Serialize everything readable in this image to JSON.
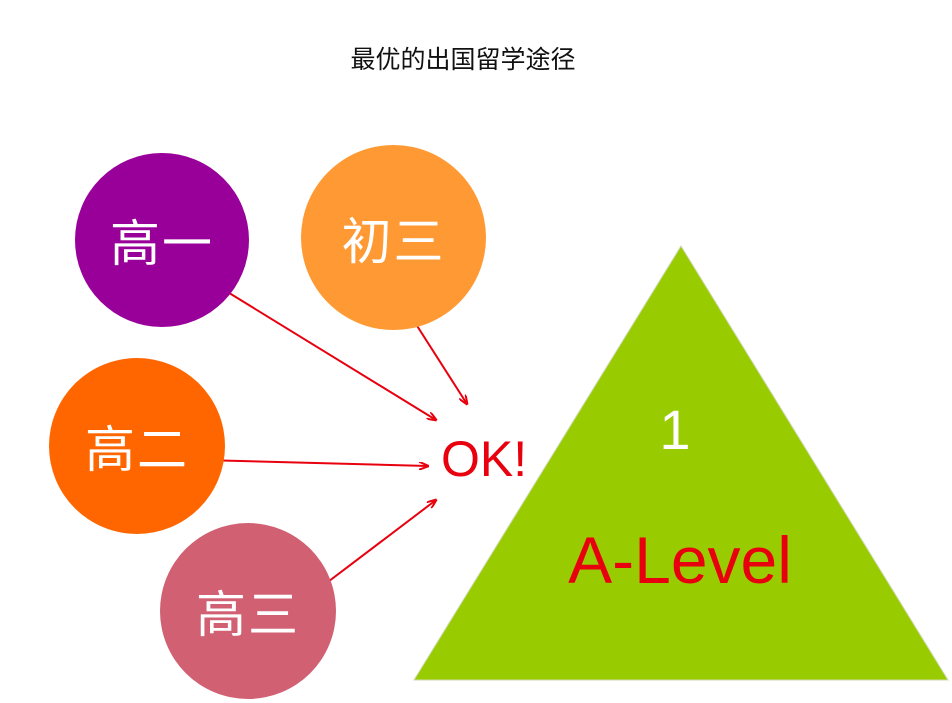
{
  "title": "最优的出国留学途径",
  "circles": [
    {
      "label": "高一",
      "color": "#990099"
    },
    {
      "label": "初三",
      "color": "#ff9933"
    },
    {
      "label": "高二",
      "color": "#ff6600"
    },
    {
      "label": "高三",
      "color": "#d06072"
    }
  ],
  "target": {
    "label": "OK!",
    "color": "#e8000e"
  },
  "pyramid": {
    "number": "1",
    "label": "A-Level",
    "color": "#99cc00",
    "label_color": "#e8000e"
  },
  "arrow_color": "#e8000e"
}
